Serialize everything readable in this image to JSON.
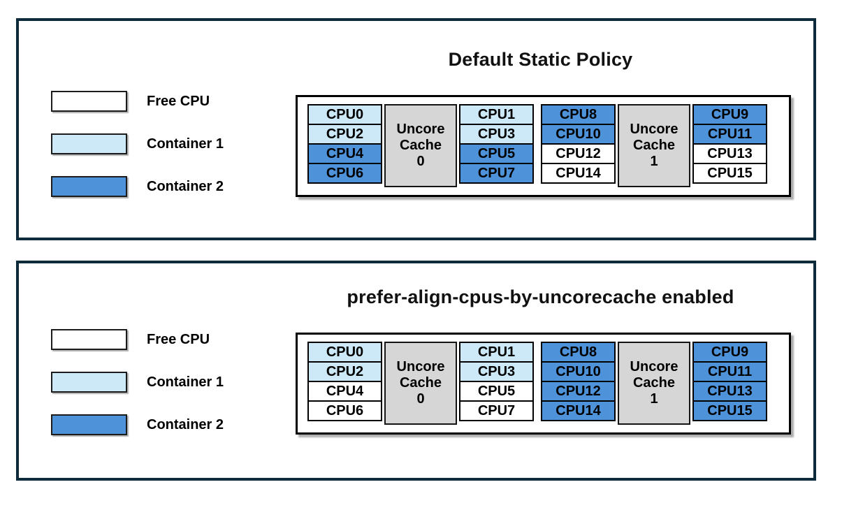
{
  "colors": {
    "free": "#ffffff",
    "container1": "#cde9f8",
    "container2": "#4e93d9",
    "uncore_bg": "#d6d6d6",
    "cell_border": "#000000",
    "panel_border": "#0e2b3c"
  },
  "legend": [
    {
      "label": "Free CPU",
      "state": "free"
    },
    {
      "label": "Container 1",
      "state": "container1"
    },
    {
      "label": "Container 2",
      "state": "container2"
    }
  ],
  "panels": [
    {
      "title": "Default Static Policy",
      "groups": [
        {
          "uncore_label_lines": [
            "Uncore",
            "Cache",
            "0"
          ],
          "left_cells": [
            {
              "label": "CPU0",
              "state": "container1"
            },
            {
              "label": "CPU2",
              "state": "container1"
            },
            {
              "label": "CPU4",
              "state": "container2"
            },
            {
              "label": "CPU6",
              "state": "container2"
            }
          ],
          "right_cells": [
            {
              "label": "CPU1",
              "state": "container1"
            },
            {
              "label": "CPU3",
              "state": "container1"
            },
            {
              "label": "CPU5",
              "state": "container2"
            },
            {
              "label": "CPU7",
              "state": "container2"
            }
          ]
        },
        {
          "uncore_label_lines": [
            "Uncore",
            "Cache",
            "1"
          ],
          "left_cells": [
            {
              "label": "CPU8",
              "state": "container2"
            },
            {
              "label": "CPU10",
              "state": "container2"
            },
            {
              "label": "CPU12",
              "state": "free"
            },
            {
              "label": "CPU14",
              "state": "free"
            }
          ],
          "right_cells": [
            {
              "label": "CPU9",
              "state": "container2"
            },
            {
              "label": "CPU11",
              "state": "container2"
            },
            {
              "label": "CPU13",
              "state": "free"
            },
            {
              "label": "CPU15",
              "state": "free"
            }
          ]
        }
      ]
    },
    {
      "title": "prefer-align-cpus-by-uncorecache enabled",
      "groups": [
        {
          "uncore_label_lines": [
            "Uncore",
            "Cache",
            "0"
          ],
          "left_cells": [
            {
              "label": "CPU0",
              "state": "container1"
            },
            {
              "label": "CPU2",
              "state": "container1"
            },
            {
              "label": "CPU4",
              "state": "free"
            },
            {
              "label": "CPU6",
              "state": "free"
            }
          ],
          "right_cells": [
            {
              "label": "CPU1",
              "state": "container1"
            },
            {
              "label": "CPU3",
              "state": "container1"
            },
            {
              "label": "CPU5",
              "state": "free"
            },
            {
              "label": "CPU7",
              "state": "free"
            }
          ]
        },
        {
          "uncore_label_lines": [
            "Uncore",
            "Cache",
            "1"
          ],
          "left_cells": [
            {
              "label": "CPU8",
              "state": "container2"
            },
            {
              "label": "CPU10",
              "state": "container2"
            },
            {
              "label": "CPU12",
              "state": "container2"
            },
            {
              "label": "CPU14",
              "state": "container2"
            }
          ],
          "right_cells": [
            {
              "label": "CPU9",
              "state": "container2"
            },
            {
              "label": "CPU11",
              "state": "container2"
            },
            {
              "label": "CPU13",
              "state": "container2"
            },
            {
              "label": "CPU15",
              "state": "container2"
            }
          ]
        }
      ]
    }
  ]
}
